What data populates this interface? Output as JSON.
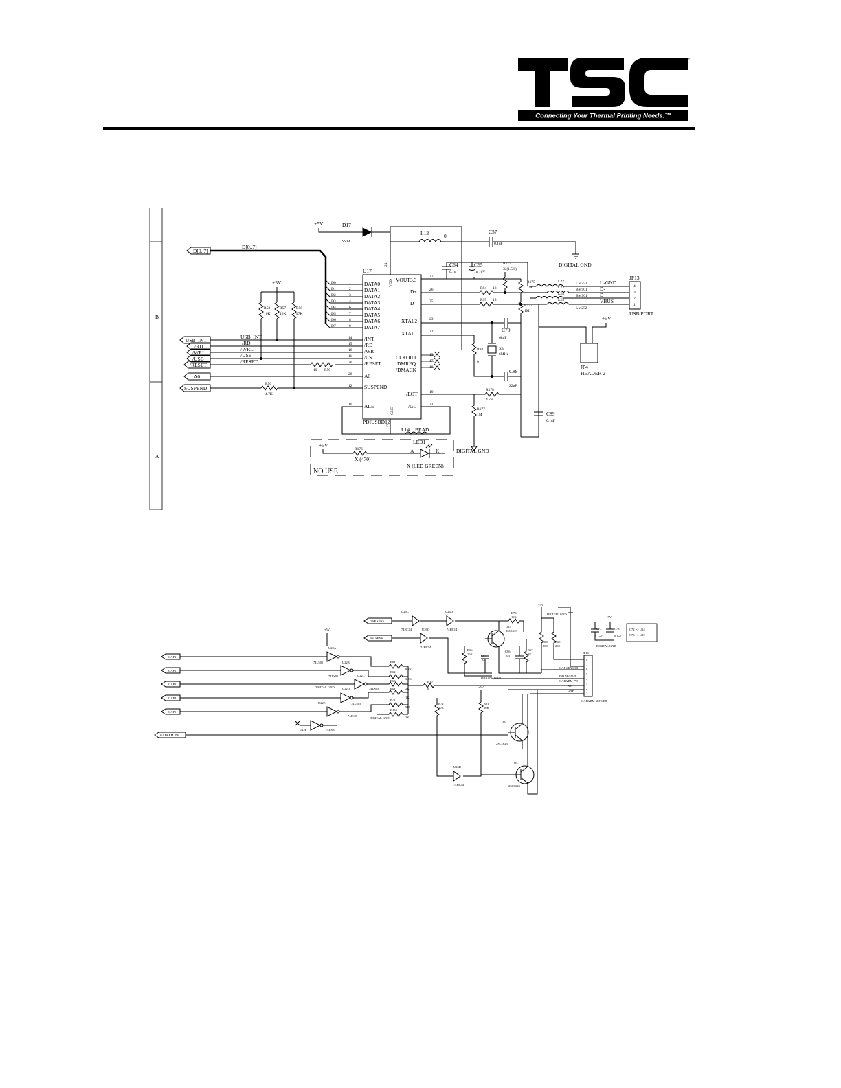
{
  "brand": {
    "name": "TSC",
    "tagline": "Connecting Your Thermal Printing Needs.™",
    "trademark": "™"
  },
  "schematic1": {
    "frame_rows": [
      "B",
      "A"
    ],
    "bus": {
      "port": "D[0..7]",
      "label": "D[0..7]",
      "bits": [
        "D0",
        "D1",
        "D2",
        "D3",
        "D4",
        "D5",
        "D6",
        "D7"
      ]
    },
    "ic": {
      "ref": "U17",
      "part": "PDIUSBD12",
      "vdd": "VDD",
      "gnd": "GND",
      "vdd_pin": "24",
      "gnd_pin": "5",
      "left_pins": [
        {
          "num": "1",
          "name": "DATA0"
        },
        {
          "num": "2",
          "name": "DATA1"
        },
        {
          "num": "3",
          "name": "DATA2"
        },
        {
          "num": "4",
          "name": "DATA3"
        },
        {
          "num": "6",
          "name": "DATA4"
        },
        {
          "num": "7",
          "name": "DATA5"
        },
        {
          "num": "8",
          "name": "DATA6"
        },
        {
          "num": "9",
          "name": "DATA7"
        },
        {
          "num": "14",
          "name": "/INT"
        },
        {
          "num": "15",
          "name": "/RD"
        },
        {
          "num": "16",
          "name": "/WR"
        },
        {
          "num": "11",
          "name": "/CS"
        },
        {
          "num": "20",
          "name": "/RESET"
        },
        {
          "num": "28",
          "name": "A0"
        },
        {
          "num": "12",
          "name": "SUSPEND"
        },
        {
          "num": "10",
          "name": "ALE"
        }
      ],
      "right_pins": [
        {
          "num": "27",
          "name": "VOUT3.3"
        },
        {
          "num": "26",
          "name": "D+"
        },
        {
          "num": "25",
          "name": "D-"
        },
        {
          "num": "23",
          "name": "XTAL2"
        },
        {
          "num": "22",
          "name": "XTAL1"
        },
        {
          "num": "13",
          "name": "CLKOUT"
        },
        {
          "num": "17",
          "name": "DMREQ"
        },
        {
          "num": "18",
          "name": "/DMACK"
        },
        {
          "num": "19",
          "name": "/EOT"
        },
        {
          "num": "21",
          "name": "/GL"
        }
      ]
    },
    "ports": [
      "USB_INT",
      "/RD",
      "/WRL",
      "/USB",
      "/RESET",
      "A0",
      "SUSPEND"
    ],
    "nets": [
      "USB_INT",
      "/RD",
      "/WRL",
      "/USB",
      "/RESET"
    ],
    "supply": "+5V",
    "digital_gnd": "DIGITAL GND",
    "resistors": [
      {
        "ref": "R53",
        "val": "10K"
      },
      {
        "ref": "R57",
        "val": "10K"
      },
      {
        "ref": "R58",
        "val": "47K"
      },
      {
        "ref": "R59",
        "val": "10"
      },
      {
        "ref": "R56",
        "val": "4.7K"
      },
      {
        "ref": "R172",
        "val": "X (1.5K)"
      },
      {
        "ref": "R175",
        "val": "1M"
      },
      {
        "ref": "R94",
        "val": "18"
      },
      {
        "ref": "R95",
        "val": "18"
      },
      {
        "ref": "R173",
        "val": "1M"
      },
      {
        "ref": "R93",
        "val": "0"
      },
      {
        "ref": "R178",
        "val": "4.7K"
      },
      {
        "ref": "R177",
        "val": "1M"
      },
      {
        "ref": "R176",
        "val": "X (470)"
      }
    ],
    "caps": [
      {
        "ref": "C57",
        "val": "0.1uF"
      },
      {
        "ref": "C64",
        "val": "0.1u"
      },
      {
        "ref": "C65",
        "val": "1u 16V"
      },
      {
        "ref": "C70",
        "val": "68pF"
      },
      {
        "ref": "C88",
        "val": "22pF"
      },
      {
        "ref": "C89",
        "val": "0.1uF"
      }
    ],
    "diode": {
      "ref": "D17",
      "part": "SS14"
    },
    "inductors": [
      {
        "ref": "L13",
        "val": "0"
      },
      {
        "ref": "L14",
        "val": "BEAD"
      }
    ],
    "ferrites": [
      "L22",
      "L23",
      "L24",
      "L25"
    ],
    "ferrite_labels": [
      "LM252",
      "BM901",
      "BM901",
      "LM252"
    ],
    "crystal": {
      "ref": "X3",
      "val": "6MHz"
    },
    "usb_port": {
      "ref": "JP13",
      "title": "USB PORT",
      "pins": [
        "4",
        "3",
        "2",
        "1"
      ],
      "signals": [
        "U-GND",
        "D-",
        "D+",
        "VBUS"
      ]
    },
    "header": {
      "ref": "JP4",
      "title": "HEADER 2"
    },
    "led": {
      "ref": "LED1",
      "anode": "A",
      "cathode": "K",
      "val": "X (LED GREEN)"
    },
    "no_use": "NO USE"
  },
  "schematic2": {
    "inputs": [
      "GAP1",
      "GAP2",
      "GAP3",
      "GAP4",
      "GAP5",
      "GAP&BM PW"
    ],
    "sens_inputs": [
      "GAP SENS",
      "BM SENS"
    ],
    "gates": [
      "U22A",
      "U22B",
      "U22C",
      "U22D",
      "U22E",
      "U22F",
      "U26C",
      "U24D",
      "U26C",
      "U26D"
    ],
    "gate_parts": [
      "74LS05",
      "74HC14"
    ],
    "resistors": [
      {
        "ref": "R61",
        "val": "8.2K"
      },
      {
        "ref": "R62",
        "val": "3.9K"
      },
      {
        "ref": "R63",
        "val": "2K"
      },
      {
        "ref": "R64",
        "val": "1K"
      },
      {
        "ref": "R71",
        "val": "510"
      },
      {
        "ref": "R154",
        "val": "2K"
      },
      {
        "ref": "R10",
        "val": "0"
      },
      {
        "ref": "R72",
        "val": "10K"
      },
      {
        "ref": "R73",
        "val": "10K"
      },
      {
        "ref": "R91",
        "val": "10K"
      },
      {
        "ref": "R68",
        "val": "200"
      },
      {
        "ref": "R69",
        "val": "200"
      },
      {
        "ref": "R66",
        "val": "10K"
      },
      {
        "ref": "R67",
        "val": "1K"
      }
    ],
    "caps": [
      {
        "ref": "C87",
        "val": "103"
      },
      {
        "ref": "C86",
        "val": "103"
      },
      {
        "ref": "C72",
        "val": "0.1uF"
      },
      {
        "ref": "C73",
        "val": "0.1uF"
      }
    ],
    "transistors": [
      {
        "ref": "Q15",
        "part": "2SC1623"
      },
      {
        "ref": "Q3",
        "part": "2SC1623"
      },
      {
        "ref": "Q4",
        "part": "2SC1623"
      }
    ],
    "connector": {
      "ref": "JP16",
      "title": "GAP&BM SENSER",
      "pins": [
        "8",
        "7",
        "6",
        "5",
        "4",
        "3",
        "2",
        "1"
      ],
      "signals": [
        "GAP SENSOR",
        "BM SENSOR",
        "GAP&BM PW",
        "BM",
        "GAP"
      ]
    },
    "notes": [
      "C72 => U24",
      "C73 => U22"
    ],
    "supply": "+5V",
    "digital_gnd": "DIGITAL GND"
  }
}
